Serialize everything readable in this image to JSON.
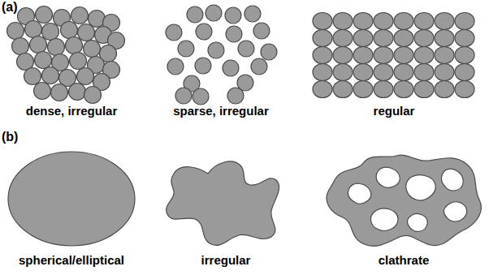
{
  "diagram": {
    "labels": [
      "(a)",
      "dense, irregular",
      "sparse, irregular",
      "regular",
      "(b)",
      "spherical/elliptical",
      "irregular",
      "clathrate"
    ]
  }
}
